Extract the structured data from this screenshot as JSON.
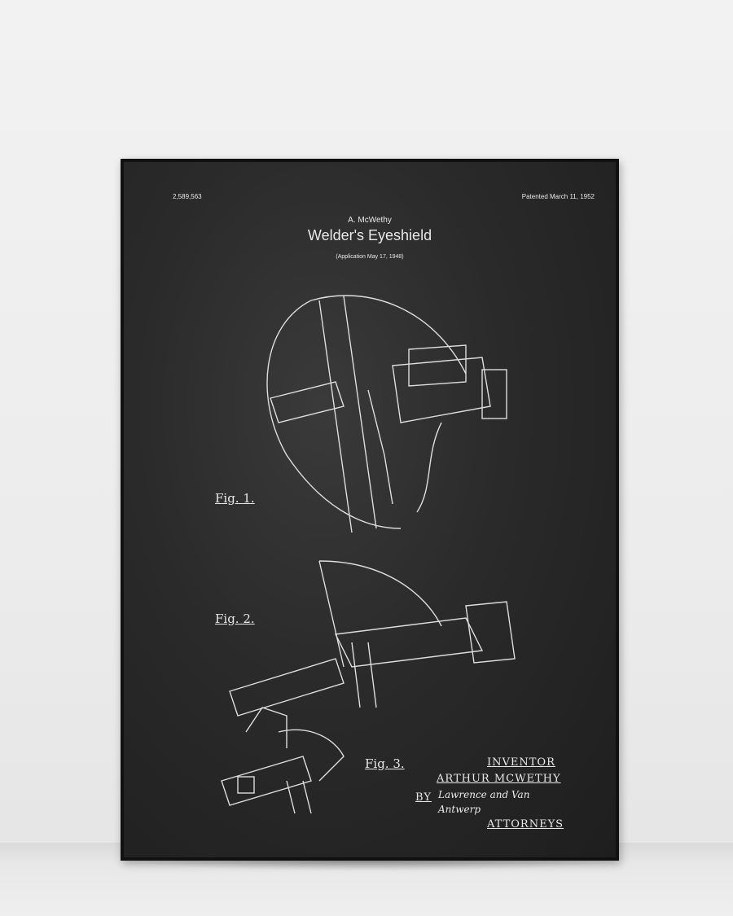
{
  "poster": {
    "patent_number": "2,589,563",
    "patented": "Patented March 11, 1952",
    "author": "A. McWethy",
    "title": "Welder's Eyeshield",
    "application": "(Application May 17, 1948)",
    "figures": [
      "Fig. 1.",
      "Fig. 2.",
      "Fig. 3."
    ],
    "inventor_label": "Inventor",
    "inventor_name": "Arthur McWethy",
    "by_label": "By",
    "attorneys_signature": "Lawrence and Van Antwerp",
    "attorneys_label": "Attorneys"
  }
}
